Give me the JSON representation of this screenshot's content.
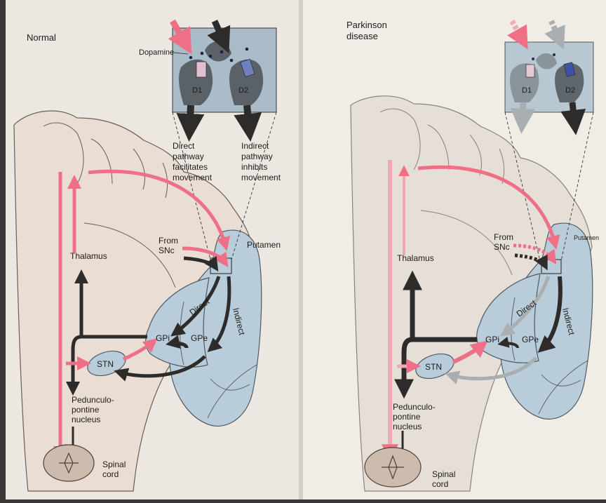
{
  "colors": {
    "page": "#ece8e1",
    "brain": "#e9ddd4",
    "brain_outline": "#6b5d55",
    "basal_ganglia": "#b9ccd9",
    "synapse_box": "#a9bcc8",
    "excitatory": "#ee6f86",
    "inhibitory": "#2e2c2b",
    "weakened": "#a9aeb1",
    "spinal_cord": "#cdbcae"
  },
  "panels": [
    {
      "title": "Normal",
      "labels": {
        "dopamine": "Dopamine",
        "d1": "D1",
        "d2": "D2",
        "direct_pathway": [
          "Direct",
          "pathway",
          "facilitates",
          "movement"
        ],
        "indirect_pathway": [
          "Indirect",
          "pathway",
          "inhibits",
          "movement"
        ],
        "from_snc": [
          "From",
          "SNc"
        ],
        "putamen": "Putamen",
        "thalamus": "Thalamus",
        "direct": "Direct",
        "indirect": "Indirect",
        "gpi": "GPi",
        "gpe": "GPe",
        "stn": "STN",
        "ppn": [
          "Pedunculo-",
          "pontine",
          "nucleus"
        ],
        "spinal_cord": [
          "Spinal",
          "cord"
        ]
      }
    },
    {
      "title": [
        "Parkinson",
        "disease"
      ],
      "labels": {
        "d1": "D1",
        "d2": "D2",
        "from_snc": [
          "From",
          "SNc"
        ],
        "putamen": "Putamen",
        "thalamus": "Thalamus",
        "direct": "Direct",
        "indirect": "Indirect",
        "gpi": "GPi",
        "gpe": "GPe",
        "stn": "STN",
        "ppn": [
          "Pedunculo-",
          "pontine",
          "nucleus"
        ],
        "spinal_cord": [
          "Spinal",
          "cord"
        ]
      }
    }
  ]
}
